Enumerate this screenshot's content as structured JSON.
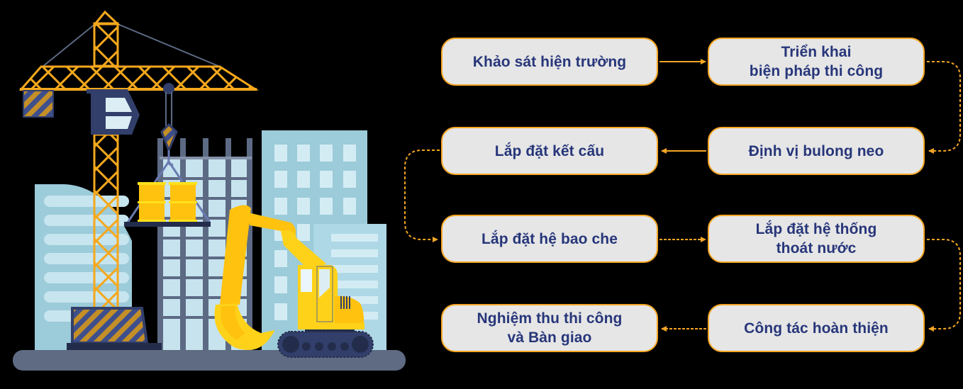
{
  "diagram": {
    "type": "process-flow",
    "colors": {
      "box_fill": "#e6e6e6",
      "box_border": "#f5a623",
      "text": "#27367a",
      "arrow": "#f5a623",
      "background": "#000000"
    },
    "steps": [
      {
        "id": 1,
        "label": "Khảo sát hiện trường"
      },
      {
        "id": 2,
        "label": "Triển khai\nbiện pháp thi công"
      },
      {
        "id": 3,
        "label": "Định vị bulong neo"
      },
      {
        "id": 4,
        "label": "Lắp đặt kết cấu"
      },
      {
        "id": 5,
        "label": "Lắp đặt hệ bao che"
      },
      {
        "id": 6,
        "label": "Lắp đặt hệ thống\nthoát nước"
      },
      {
        "id": 7,
        "label": "Công tác hoàn thiện"
      },
      {
        "id": 8,
        "label": "Nghiệm thu thi công\nvà Bàn giao"
      }
    ],
    "connections": [
      {
        "from": 1,
        "to": 2,
        "style": "solid"
      },
      {
        "from": 2,
        "to": 3,
        "style": "dashed"
      },
      {
        "from": 3,
        "to": 4,
        "style": "solid"
      },
      {
        "from": 4,
        "to": 5,
        "style": "dashed"
      },
      {
        "from": 5,
        "to": 6,
        "style": "dashed"
      },
      {
        "from": 6,
        "to": 7,
        "style": "dashed"
      },
      {
        "from": 7,
        "to": 8,
        "style": "dashed"
      }
    ]
  },
  "illustration": {
    "subject": "construction-site",
    "elements": [
      "tower-crane",
      "crane-hook",
      "oil-barrels",
      "building-under-construction",
      "office-buildings",
      "excavator",
      "ground"
    ],
    "colors": {
      "crane_yellow": "#f5a81c",
      "barrel_yellow": "#ffc20e",
      "excavator_yellow": "#ffd21a",
      "dark_navy": "#323f6b",
      "steel_gray": "#5d6a84",
      "building_blue": "#9ccbd9",
      "window_light": "#d3ecf4",
      "ground": "#5e6b82"
    }
  }
}
